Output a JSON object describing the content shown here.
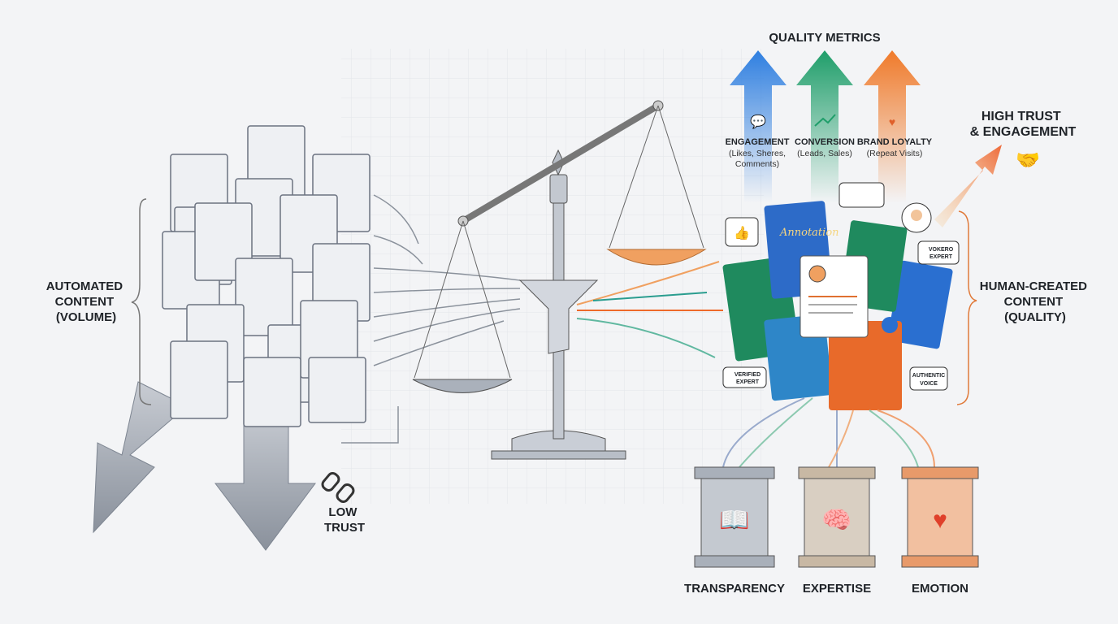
{
  "left": {
    "title_line1": "AUTOMATED",
    "title_line2": "CONTENT",
    "title_line3": "(VOLUME)",
    "low_trust_line1": "LOW",
    "low_trust_line2": "TRUST"
  },
  "metrics": {
    "title": "QUALITY METRICS",
    "items": [
      {
        "label": "ENGAGEMENT",
        "detail_line1": "(Likes, Sheres,",
        "detail_line2": "Comments)",
        "color": "#2f7fe0"
      },
      {
        "label": "CONVERSION",
        "detail_line1": "(Leads, Sales)",
        "color": "#22a06b"
      },
      {
        "label": "BRAND LOYALTY",
        "detail_line1": "(Repeat Visits)",
        "color": "#f07a2a"
      }
    ]
  },
  "right": {
    "high_trust_line1": "HIGH TRUST",
    "high_trust_line2": "& ENGAGEMENT",
    "title_line1": "HUMAN-CREATED",
    "title_line2": "CONTENT",
    "title_line3": "(QUALITY)",
    "doc_annotation": "Annotation",
    "badge_verified_line1": "VERIFIED",
    "badge_verified_line2": "EXPERT",
    "badge_voice_line1": "AUTHENTIC",
    "badge_voice_line2": "VOICE",
    "badge_top_line1": "VOKERO",
    "badge_top_line2": "EXPERT"
  },
  "pillars": [
    {
      "label": "TRANSPARENCY",
      "icon": "book-magnifier-icon",
      "color": "#6b7280"
    },
    {
      "label": "EXPERTISE",
      "icon": "brain-gear-icon",
      "color": "#8a6a4a"
    },
    {
      "label": "EMOTION",
      "icon": "heart-pulse-icon",
      "color": "#e0602a"
    }
  ]
}
